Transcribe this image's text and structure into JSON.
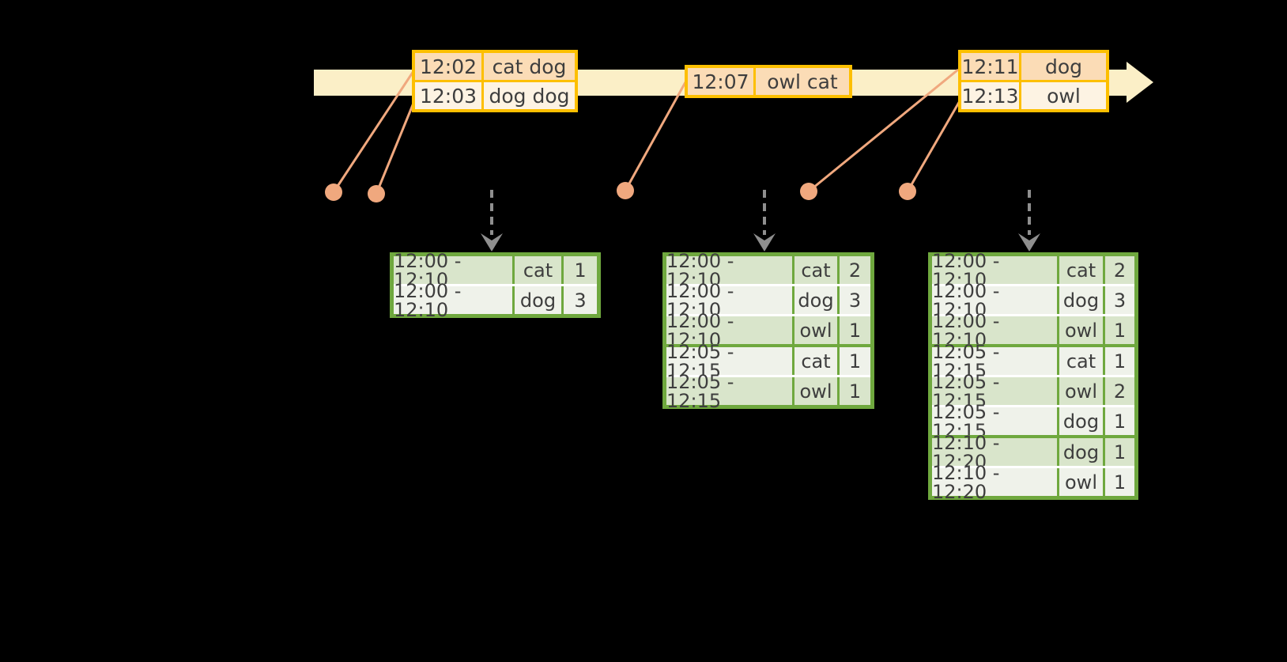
{
  "colors": {
    "background": "#000000",
    "timeline_fill": "#FBEFC7",
    "event_border": "#FDBF00",
    "event_row_dark": "#FBDCB6",
    "event_row_light": "#FDF3E3",
    "result_border": "#6FA83E",
    "result_row_dark": "#D9E5CB",
    "result_row_light": "#EFF2EA",
    "connector": "#F0A87E",
    "trigger_arrow": "#8F8F8F",
    "text": "#3E3E3E"
  },
  "timeline": {
    "event_tables": [
      {
        "rows": [
          {
            "time": "12:02",
            "words": "cat dog"
          },
          {
            "time": "12:03",
            "words": "dog dog"
          }
        ]
      },
      {
        "rows": [
          {
            "time": "12:07",
            "words": "owl cat"
          }
        ]
      },
      {
        "rows": [
          {
            "time": "12:11",
            "words": "dog"
          },
          {
            "time": "12:13",
            "words": "owl"
          }
        ]
      }
    ]
  },
  "result_tables": [
    {
      "rows": [
        {
          "window": "12:00 - 12:10",
          "key": "cat",
          "count": "1"
        },
        {
          "window": "12:00 - 12:10",
          "key": "dog",
          "count": "3"
        }
      ],
      "group_starts": []
    },
    {
      "rows": [
        {
          "window": "12:00 - 12:10",
          "key": "cat",
          "count": "2"
        },
        {
          "window": "12:00 - 12:10",
          "key": "dog",
          "count": "3"
        },
        {
          "window": "12:00 - 12:10",
          "key": "owl",
          "count": "1"
        },
        {
          "window": "12:05 - 12:15",
          "key": "cat",
          "count": "1"
        },
        {
          "window": "12:05 - 12:15",
          "key": "owl",
          "count": "1"
        }
      ],
      "group_starts": [
        3
      ]
    },
    {
      "rows": [
        {
          "window": "12:00 - 12:10",
          "key": "cat",
          "count": "2"
        },
        {
          "window": "12:00 - 12:10",
          "key": "dog",
          "count": "3"
        },
        {
          "window": "12:00 - 12:10",
          "key": "owl",
          "count": "1"
        },
        {
          "window": "12:05 - 12:15",
          "key": "cat",
          "count": "1"
        },
        {
          "window": "12:05 - 12:15",
          "key": "owl",
          "count": "2"
        },
        {
          "window": "12:05 - 12:15",
          "key": "dog",
          "count": "1"
        },
        {
          "window": "12:10 - 12:20",
          "key": "dog",
          "count": "1"
        },
        {
          "window": "12:10 - 12:20",
          "key": "owl",
          "count": "1"
        }
      ],
      "group_starts": [
        3,
        6
      ]
    }
  ]
}
